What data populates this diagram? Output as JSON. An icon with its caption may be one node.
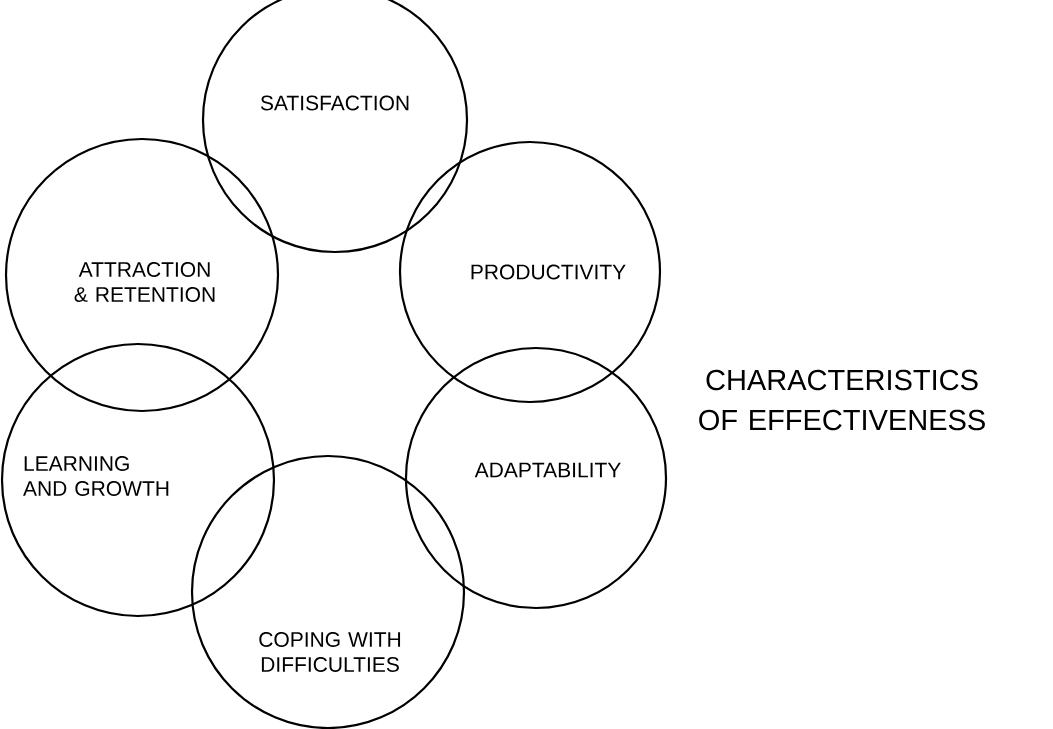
{
  "diagram": {
    "title": "CHARACTERISTICS OF EFFECTIVENESS",
    "nodes": [
      {
        "text": [
          "SATISFACTION"
        ]
      },
      {
        "text": [
          "ATTRACTION & RETENTION"
        ]
      },
      {
        "text": [
          "PRODUCTIVITY"
        ]
      },
      {
        "text": [
          "LEARNING AND GROWTH"
        ]
      },
      {
        "text": [
          "ADAPTABILITY"
        ]
      },
      {
        "text": [
          "COPING WITH DIFFICULTIES"
        ]
      }
    ]
  }
}
